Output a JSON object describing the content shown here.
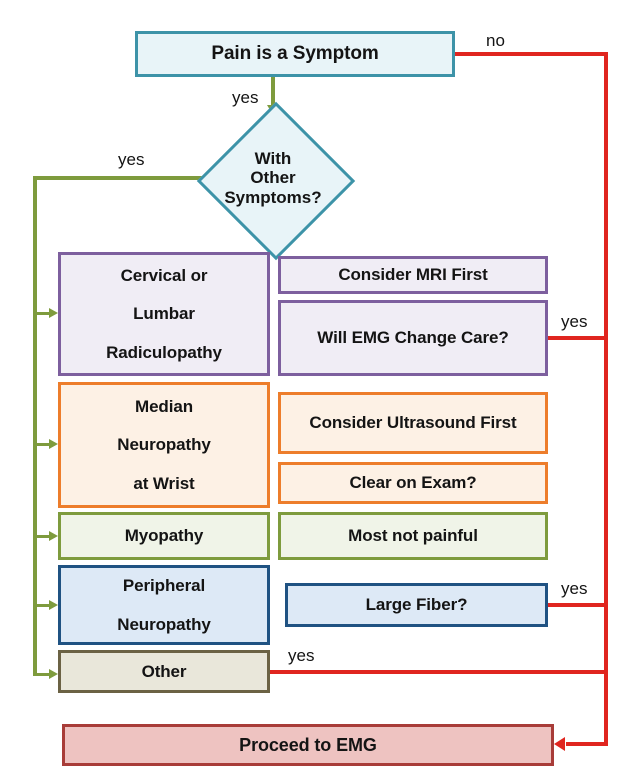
{
  "diagram": {
    "title": "EMG referral decision flowchart",
    "colors": {
      "teal": "#3d93a8",
      "teal_fill": "#e8f4f8",
      "purple": "#7d5f9e",
      "purple_fill": "#f0edf5",
      "orange": "#ed7d2b",
      "orange_fill": "#fdf1e5",
      "green": "#7e9b3d",
      "green_fill": "#f0f4e8",
      "blue": "#1f5282",
      "blue_fill": "#dde9f6",
      "olive": "#6b6244",
      "olive_fill": "#e9e7da",
      "red": "#e0251f",
      "maroon": "#a83c38",
      "maroon_fill": "#eec3c1"
    }
  },
  "nodes": {
    "pain": "Pain is a Symptom",
    "decision": "With\nOther\nSymptoms?",
    "decision_line1": "With",
    "decision_line2": "Other",
    "decision_line3": "Symptoms?",
    "radiculopathy_line1": "Cervical or",
    "radiculopathy_line2": "Lumbar",
    "radiculopathy_line3": "Radiculopathy",
    "median_line1": "Median",
    "median_line2": "Neuropathy",
    "median_line3": "at Wrist",
    "myopathy": "Myopathy",
    "peripheral_line1": "Peripheral",
    "peripheral_line2": "Neuropathy",
    "other": "Other",
    "mri": "Consider MRI First",
    "emg_change_care": "Will EMG Change Care?",
    "ultrasound": "Consider Ultrasound First",
    "clear_on_exam": "Clear on Exam?",
    "most_not_painful": "Most not painful",
    "large_fiber": "Large Fiber?",
    "proceed": "Proceed to EMG"
  },
  "edge_labels": {
    "no_top": "no",
    "yes_down": "yes",
    "yes_left": "yes",
    "yes_emgq": "yes",
    "yes_fiber": "yes",
    "yes_other": "yes"
  }
}
